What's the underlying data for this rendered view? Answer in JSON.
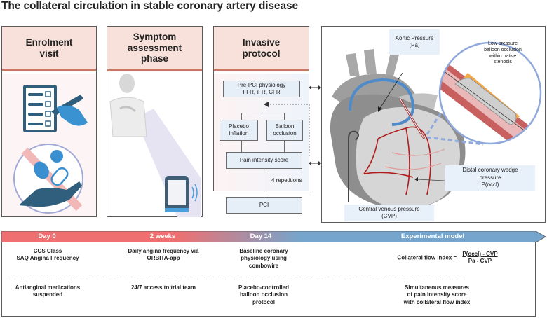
{
  "title": "The collateral circulation in stable coronary artery disease",
  "panels": {
    "enrolment": {
      "heading": "Enrolment visit",
      "icons": [
        "checklist-icon",
        "no-medication-icon"
      ]
    },
    "symptom": {
      "heading": "Symptom assessment phase",
      "icons": [
        "patient-chest-pain-icon",
        "smartphone-icon"
      ]
    },
    "invasive": {
      "heading": "Invasive protocol",
      "flow": {
        "pre_pci_line1": "Pre-PCI physiology",
        "pre_pci_line2": "FFR, iFR, CFR",
        "placebo_line1": "Placebo",
        "placebo_line2": "inflation",
        "balloon_line1": "Balloon",
        "balloon_line2": "occlusion",
        "pain_score": "Pain intensity score",
        "repetitions": "4 repetitions",
        "pci": "PCI"
      }
    },
    "heart": {
      "aortic_line1": "Aortic Pressure",
      "aortic_line2": "(Pa)",
      "balloon_line1": "Low pressure",
      "balloon_line2": "balloon occlusion",
      "balloon_line3": "within native",
      "balloon_line4": "stenosis",
      "wedge_line1": "Distal coronary wedge",
      "wedge_line2": "pressure",
      "wedge_line3": "P(occl)",
      "cvp_line1": "Central venous pressure",
      "cvp_line2": "(CVP)"
    }
  },
  "timeline": {
    "stages": [
      "Day 0",
      "2 weeks",
      "Day 14",
      "Experimental model"
    ],
    "colors": {
      "start": "#ee7070",
      "end": "#75a5cc"
    },
    "row1": {
      "day0_line1": "CCS Class",
      "day0_line2": "SAQ Angina Frequency",
      "weeks_line1": "Daily angina frequency via",
      "weeks_line2": "ORBITA-app",
      "day14_line1": "Baseline coronary",
      "day14_line2": "physiology using",
      "day14_line3": "combowire",
      "model_label": "Collateral flow index  =",
      "model_numerator": "P(occl)  -  CVP",
      "model_denominator": "Pa  -  CVP"
    },
    "row2": {
      "day0_line1": "Antianginal medications",
      "day0_line2": "suspended",
      "weeks_line1": "24/7 access to trial team",
      "day14_line1": "Placebo-controlled",
      "day14_line2": "balloon occlusion",
      "day14_line3": "protocol",
      "model_line1": "Simultaneous measures",
      "model_line2": "of pain intensity score",
      "model_line3": "with collateral flow index"
    }
  }
}
